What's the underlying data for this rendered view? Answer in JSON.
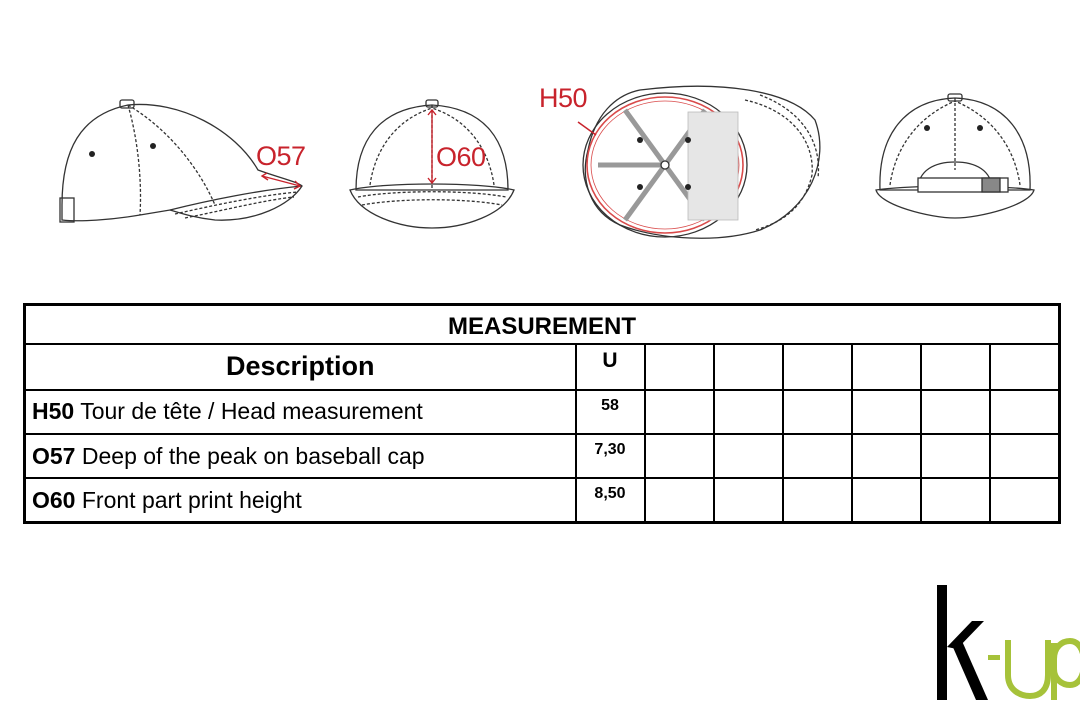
{
  "dimension_labels": {
    "o57": "O57",
    "o60": "O60",
    "h50": "H50"
  },
  "colors": {
    "dimension_red": "#c8232c",
    "brand_green": "#a6c23a",
    "line": "#000000"
  },
  "table": {
    "title": "MEASUREMENT",
    "headers": {
      "description": "Description",
      "unit": "U"
    },
    "rows": [
      {
        "code": "H50",
        "text": "Tour de tête / Head measurement",
        "value": "58"
      },
      {
        "code": "O57",
        "text": "Deep of the peak on baseball cap",
        "value": "7,30"
      },
      {
        "code": "O60",
        "text": "Front part print height",
        "value": "8,50"
      }
    ]
  },
  "logo": {
    "letter": "k",
    "rest": "up"
  }
}
